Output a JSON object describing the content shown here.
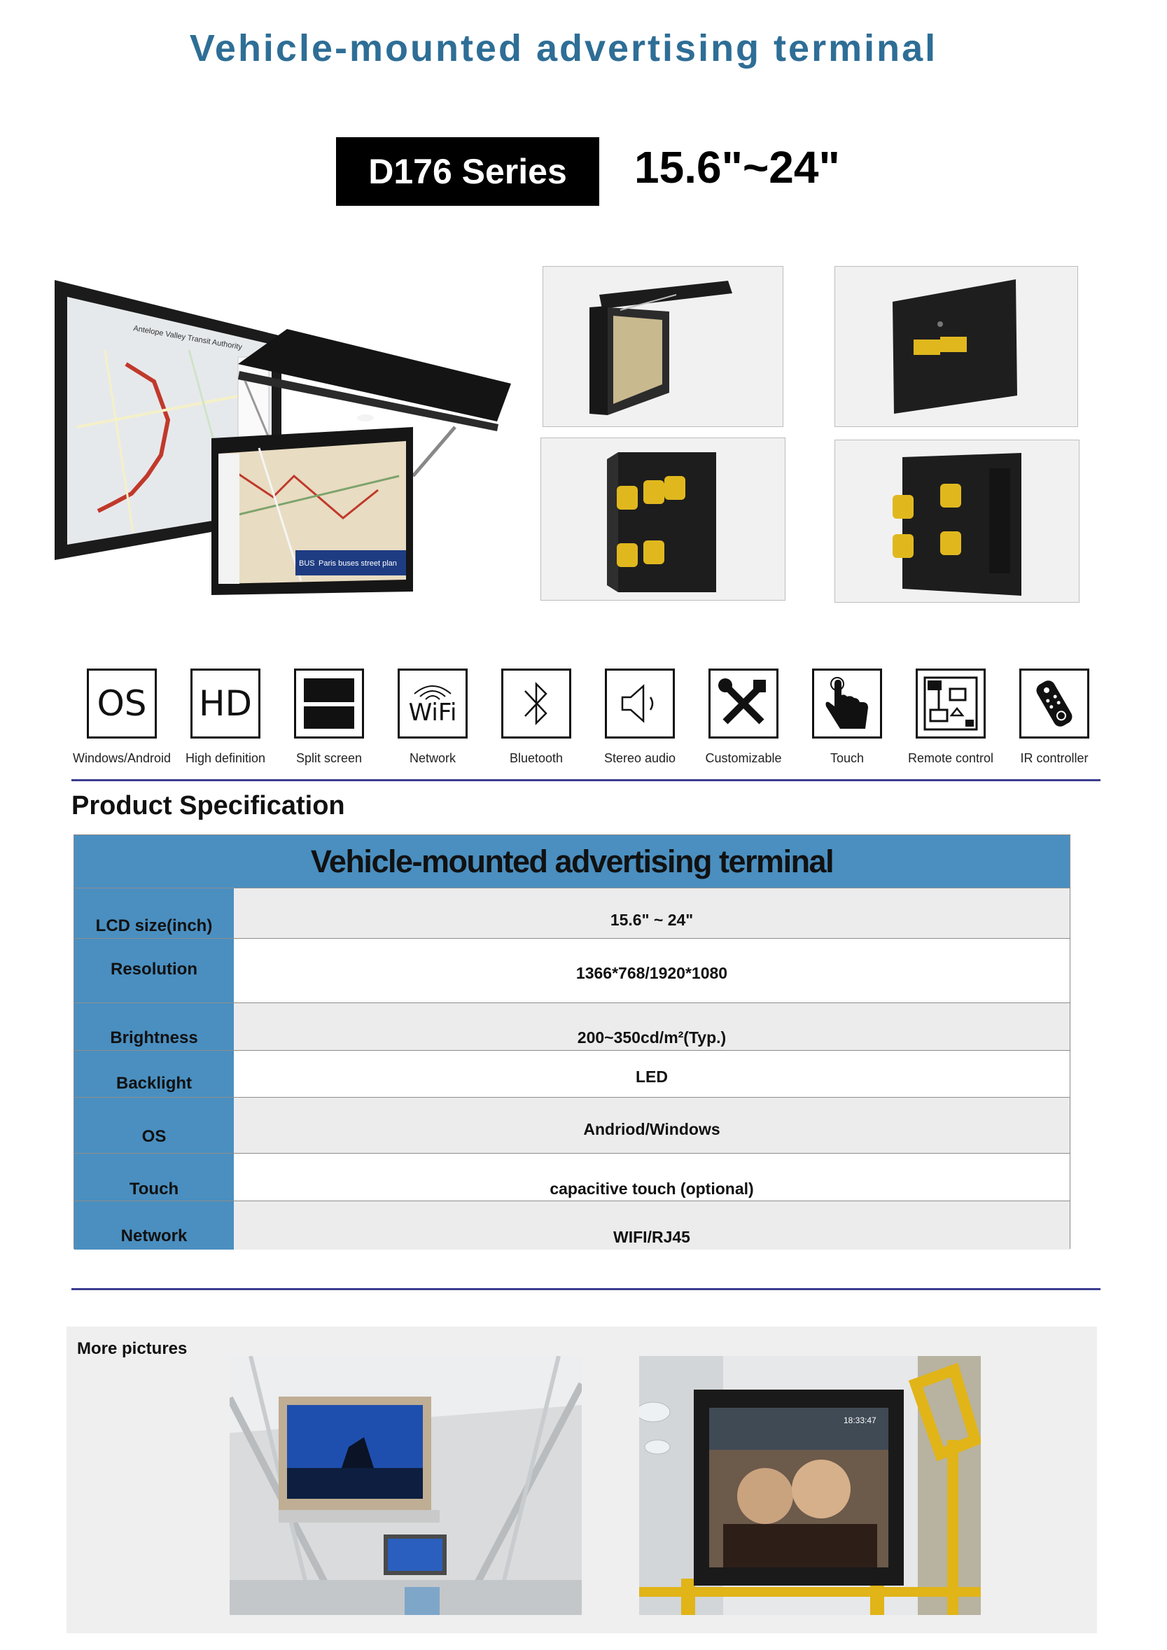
{
  "header": {
    "title": "Vehicle-mounted advertising terminal",
    "series_label": "D176 Series",
    "size_range": "15.6\"~24\""
  },
  "features": [
    {
      "label": "Windows/Android",
      "icon": "os-icon",
      "icon_text": "OS"
    },
    {
      "label": "High  definition",
      "icon": "hd-icon",
      "icon_text": "HD"
    },
    {
      "label": "Split screen",
      "icon": "split-screen-icon"
    },
    {
      "label": "Network",
      "icon": "wifi-icon",
      "icon_text": "WiFi"
    },
    {
      "label": "Bluetooth",
      "icon": "bluetooth-icon"
    },
    {
      "label": "Stereo audio",
      "icon": "speaker-icon"
    },
    {
      "label": "Customizable",
      "icon": "tools-icon"
    },
    {
      "label": "Touch",
      "icon": "touch-hand-icon"
    },
    {
      "label": "Remote control",
      "icon": "remote-control-icon"
    },
    {
      "label": "IR controller",
      "icon": "ir-remote-icon"
    }
  ],
  "spec": {
    "heading": "Product  Specification",
    "table_title": "Vehicle-mounted advertising terminal",
    "rows": [
      {
        "label": "LCD size(inch)",
        "value": "15.6\"  ~ 24\""
      },
      {
        "label": "Resolution",
        "value": "1366*768/1920*1080"
      },
      {
        "label": "Brightness",
        "value": "200~350cd/m²(Typ.)"
      },
      {
        "label": "Backlight",
        "value": "LED"
      },
      {
        "label": "OS",
        "value": "Andriod/Windows"
      },
      {
        "label": "Touch",
        "value": "capacitive  touch  (optional)"
      },
      {
        "label": "Network",
        "value": "WIFI/RJ45"
      }
    ]
  },
  "hero": {
    "map_screen_text": "Antelope Valley Transit Authority",
    "bus_banner": "Paris buses street plan",
    "bus_badge": "BUS"
  },
  "more_pictures": {
    "title": "More pictures",
    "clock_text": "18:33:47"
  },
  "colors": {
    "title_blue": "#2e6e96",
    "table_blue": "#4a8fc0",
    "rule_navy": "#3b3d8f",
    "mount_yellow": "#e0b81e"
  }
}
